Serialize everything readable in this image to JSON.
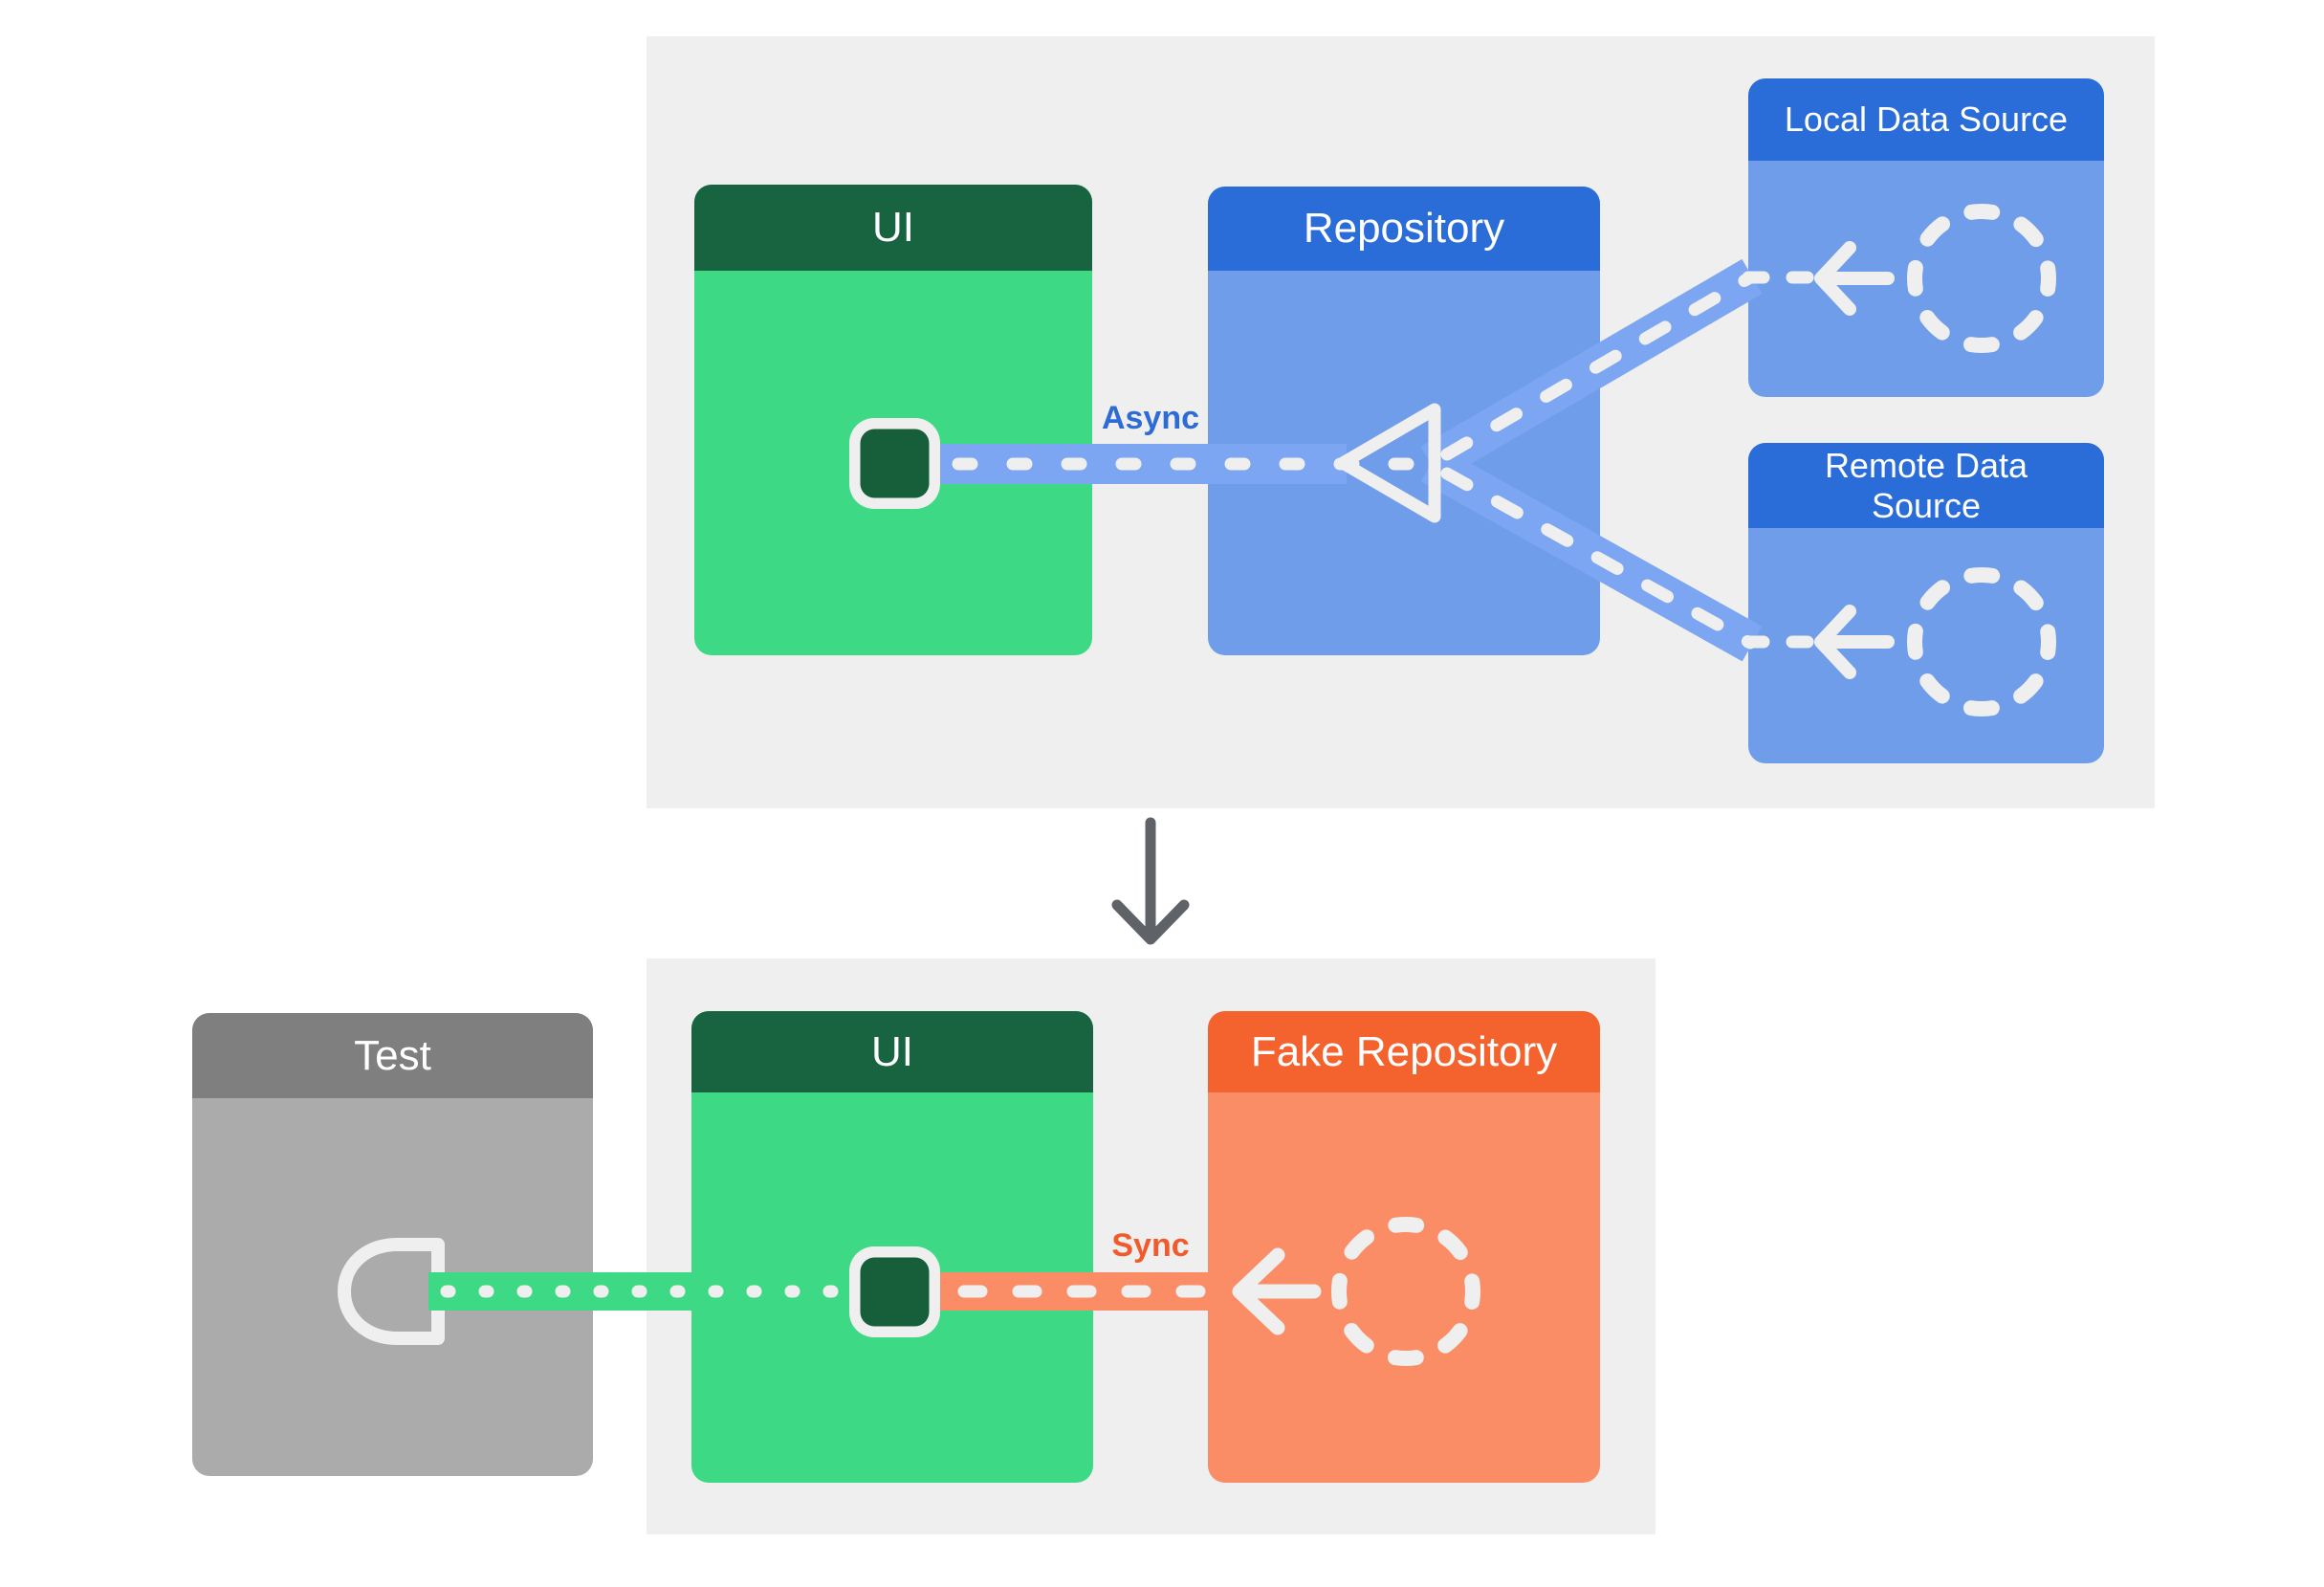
{
  "boxes": {
    "ui_top": {
      "label": "UI"
    },
    "repository": {
      "label": "Repository"
    },
    "local_data_source": {
      "label": "Local Data Source"
    },
    "remote_data_source": {
      "label": "Remote Data Source"
    },
    "test": {
      "label": "Test"
    },
    "ui_bottom": {
      "label": "UI"
    },
    "fake_repository": {
      "label": "Fake Repository"
    }
  },
  "edge_labels": {
    "async": "Async",
    "sync": "Sync"
  },
  "icons": [
    "dashed-circle-icon",
    "arrow-left-icon",
    "merge-triangle-icon",
    "ui-square-icon",
    "socket-icon",
    "flow-down-arrow-icon"
  ],
  "colors": {
    "page_bg": "#ffffff",
    "panel_bg": "#efefef",
    "green_header": "#186441",
    "green_body": "#3ed985",
    "blue_header": "#2b6dd8",
    "blue_body": "#6f9dea",
    "band_blue": "#7ca6f1",
    "orange_header": "#f4632e",
    "orange_body": "#fb8d66",
    "gray_header": "#7f7f7f",
    "gray_body": "#ababab",
    "connector_light": "#efefef",
    "dark_arrow": "#5f6368",
    "async_label_color": "#2d6bd5",
    "sync_label_color": "#f15a2b",
    "square_icon_green": "#175e3b"
  }
}
